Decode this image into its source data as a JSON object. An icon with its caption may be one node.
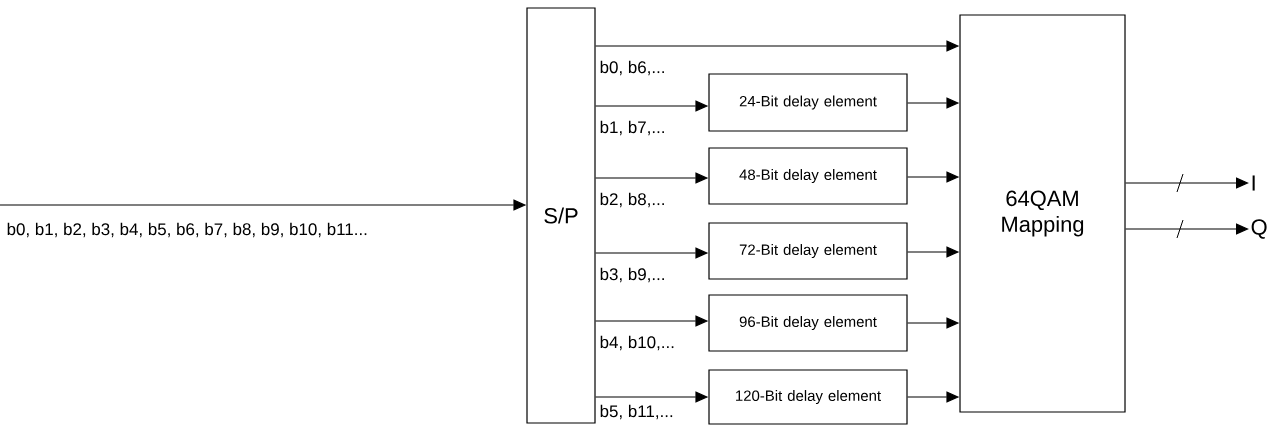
{
  "diagram": {
    "nodes": [
      {
        "text": [
          "S/P"
        ]
      },
      {
        "text": [
          "24-Bit delay element"
        ]
      },
      {
        "text": [
          "48-Bit delay element"
        ]
      },
      {
        "text": [
          "72-Bit delay element"
        ]
      },
      {
        "text": [
          "96-Bit delay element"
        ]
      },
      {
        "text": [
          "120-Bit delay element"
        ]
      },
      {
        "text": [
          "64QAM Mapping"
        ]
      },
      {
        "text": [
          "I"
        ]
      },
      {
        "text": [
          "Q"
        ]
      }
    ],
    "edges": [
      {
        "from": null,
        "to": 0,
        "arrow": "to",
        "label": "b0, b1, b2, b3, b4, b5, b6, b7, b8, b9, b10, b11..."
      },
      {
        "from": 0,
        "to": 6,
        "arrow": "to",
        "label": "b0, b6,..."
      },
      {
        "from": 0,
        "to": 1,
        "arrow": "to",
        "label": "b1, b7,..."
      },
      {
        "from": 0,
        "to": 2,
        "arrow": "to",
        "label": "b2, b8,..."
      },
      {
        "from": 0,
        "to": 3,
        "arrow": "to",
        "label": "b3, b9,..."
      },
      {
        "from": 0,
        "to": 4,
        "arrow": "to",
        "label": "b4, b10,..."
      },
      {
        "from": 0,
        "to": 5,
        "arrow": "to",
        "label": "b5, b11,..."
      },
      {
        "from": 1,
        "to": 6,
        "arrow": "to"
      },
      {
        "from": 2,
        "to": 6,
        "arrow": "to"
      },
      {
        "from": 3,
        "to": 6,
        "arrow": "to"
      },
      {
        "from": 4,
        "to": 6,
        "arrow": "to"
      },
      {
        "from": 5,
        "to": 6,
        "arrow": "to"
      },
      {
        "from": 6,
        "to": 7,
        "arrow": "to"
      },
      {
        "from": 6,
        "to": 8,
        "arrow": "to"
      }
    ]
  }
}
